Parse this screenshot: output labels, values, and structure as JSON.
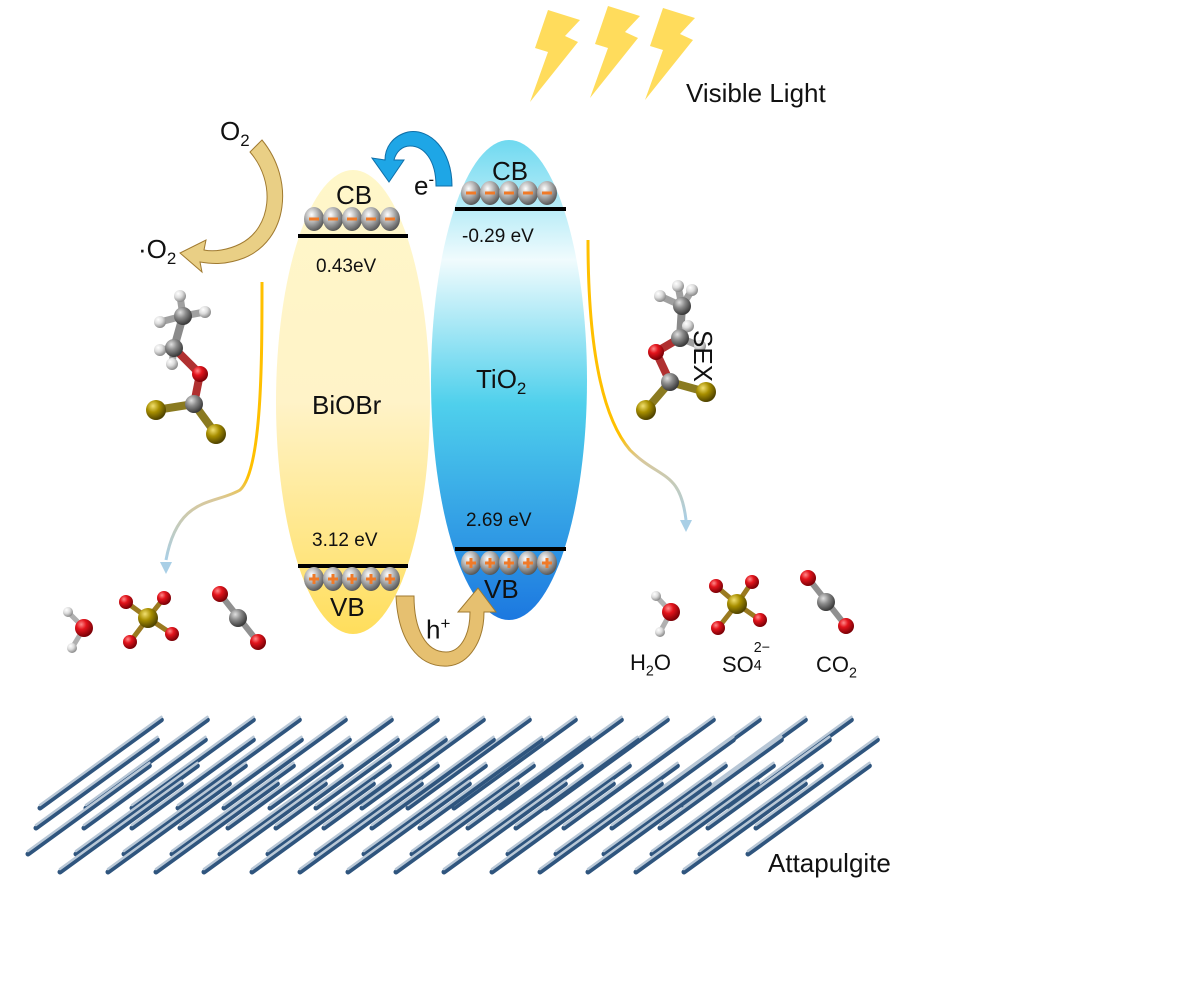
{
  "title": "Visible Light",
  "support": "Attapulgite",
  "pollutant": "SEX",
  "biobr": {
    "name": "BiOBr",
    "cb_label": "CB",
    "vb_label": "VB",
    "cb_potential": "0.43eV",
    "vb_potential": "3.12 eV"
  },
  "tio2": {
    "name_main": "TiO",
    "name_sub": "2",
    "cb_label": "CB",
    "vb_label": "VB",
    "cb_potential": "-0.29 eV",
    "vb_potential": "2.69 eV"
  },
  "carriers": {
    "electron": "e",
    "electron_sup": "-",
    "hole": "h",
    "hole_sup": "+"
  },
  "oxygen": {
    "o2_main": "O",
    "o2_sub": "2",
    "radical_dot": "·",
    "radical_main": "O",
    "radical_sub": "2"
  },
  "products": [
    {
      "main": "H",
      "sub": "2",
      "tail": "O",
      "sup": ""
    },
    {
      "main": "SO",
      "sub": "4",
      "tail": "",
      "sup": "2−"
    },
    {
      "main": "CO",
      "sub": "2",
      "tail": "",
      "sup": ""
    }
  ],
  "colors": {
    "biobr_top": "#fff6d6",
    "biobr_bottom": "#ffe06a",
    "tio2_top": "#d8f4fb",
    "tio2_mid": "#52d3ee",
    "tio2_bottom": "#1f7fe0",
    "lightning": "#ffd84a",
    "arrow_tan": "#c8a86a",
    "arrow_blue": "#1ea6e6",
    "path_orange": "#ffc000",
    "path_light_blue": "#a9cfe6",
    "oxygen_atom": "#d0101c",
    "sulfur_atom": "#a08a00",
    "carbon_atom": "#808080",
    "hydrogen_atom": "#d8d8d8",
    "charge_orange": "#f07a28"
  }
}
